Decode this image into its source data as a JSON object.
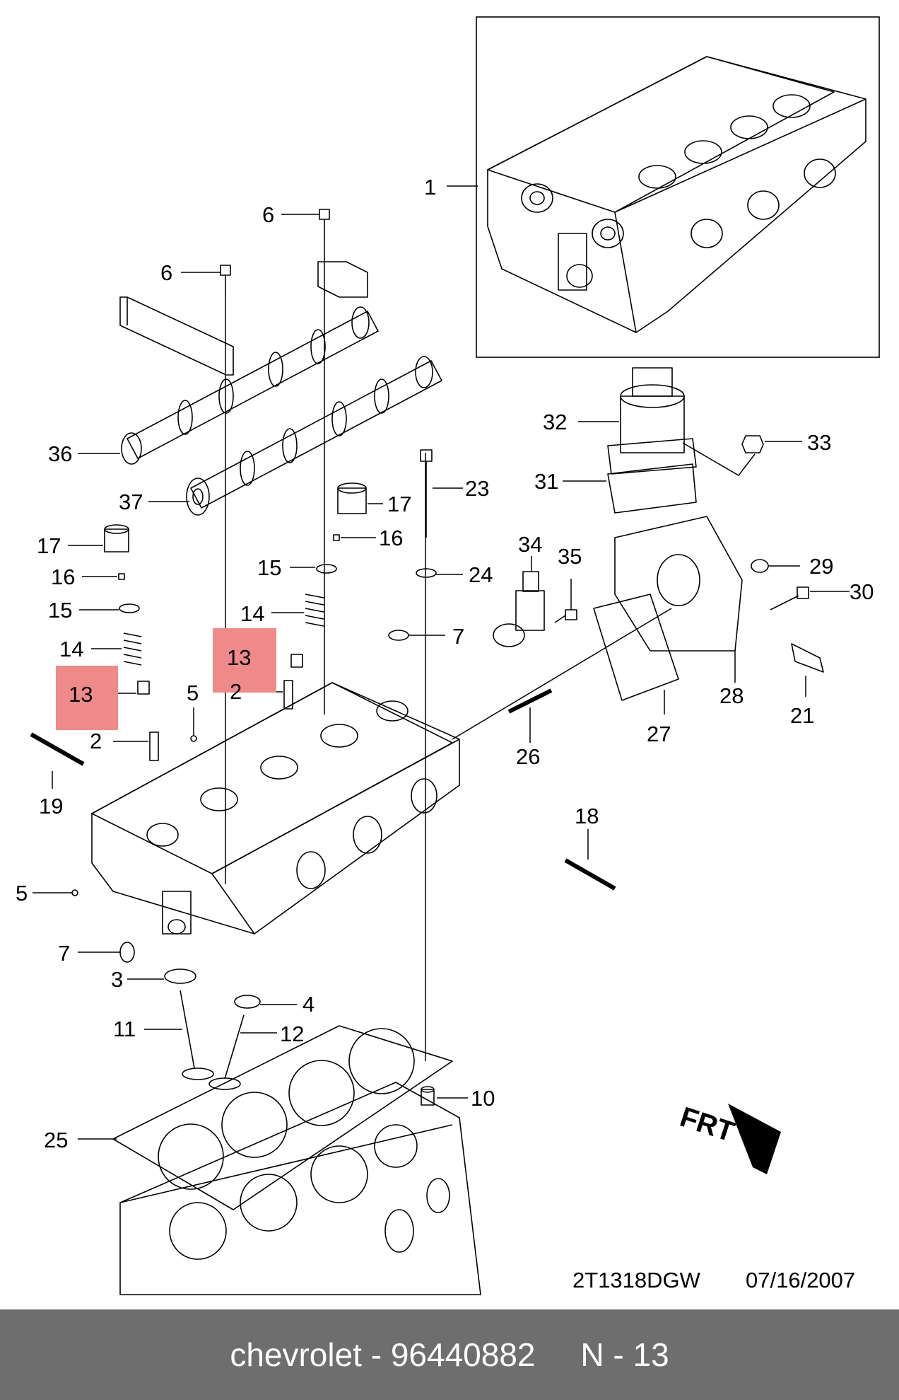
{
  "diagram": {
    "drawing_code": "2T1318DGW",
    "drawing_date": "07/16/2007",
    "frt_label": "FRT",
    "highlight_color": "#ef8a8a",
    "callouts": [
      {
        "id": "c1",
        "text": "1"
      },
      {
        "id": "c2a",
        "text": "2"
      },
      {
        "id": "c2b",
        "text": "2"
      },
      {
        "id": "c3",
        "text": "3"
      },
      {
        "id": "c4",
        "text": "4"
      },
      {
        "id": "c5a",
        "text": "5"
      },
      {
        "id": "c5b",
        "text": "5"
      },
      {
        "id": "c6a",
        "text": "6"
      },
      {
        "id": "c6b",
        "text": "6"
      },
      {
        "id": "c7a",
        "text": "7"
      },
      {
        "id": "c7b",
        "text": "7"
      },
      {
        "id": "c10",
        "text": "10"
      },
      {
        "id": "c11",
        "text": "11"
      },
      {
        "id": "c12",
        "text": "12"
      },
      {
        "id": "c13a",
        "text": "13",
        "highlighted": true
      },
      {
        "id": "c13b",
        "text": "13",
        "highlighted": true
      },
      {
        "id": "c14a",
        "text": "14"
      },
      {
        "id": "c14b",
        "text": "14"
      },
      {
        "id": "c15a",
        "text": "15"
      },
      {
        "id": "c15b",
        "text": "15"
      },
      {
        "id": "c16a",
        "text": "16"
      },
      {
        "id": "c16b",
        "text": "16"
      },
      {
        "id": "c17a",
        "text": "17"
      },
      {
        "id": "c17b",
        "text": "17"
      },
      {
        "id": "c18",
        "text": "18"
      },
      {
        "id": "c19",
        "text": "19"
      },
      {
        "id": "c21",
        "text": "21"
      },
      {
        "id": "c23",
        "text": "23"
      },
      {
        "id": "c24",
        "text": "24"
      },
      {
        "id": "c25",
        "text": "25"
      },
      {
        "id": "c26",
        "text": "26"
      },
      {
        "id": "c27",
        "text": "27"
      },
      {
        "id": "c28",
        "text": "28"
      },
      {
        "id": "c29",
        "text": "29"
      },
      {
        "id": "c30",
        "text": "30"
      },
      {
        "id": "c31",
        "text": "31"
      },
      {
        "id": "c32",
        "text": "32"
      },
      {
        "id": "c33",
        "text": "33"
      },
      {
        "id": "c34",
        "text": "34"
      },
      {
        "id": "c35",
        "text": "35"
      },
      {
        "id": "c36",
        "text": "36"
      },
      {
        "id": "c37",
        "text": "37"
      }
    ]
  },
  "footer": {
    "text": "chevrolet - 96440882     N - 13",
    "background": "#6e6e6e",
    "text_color": "#ffffff"
  }
}
